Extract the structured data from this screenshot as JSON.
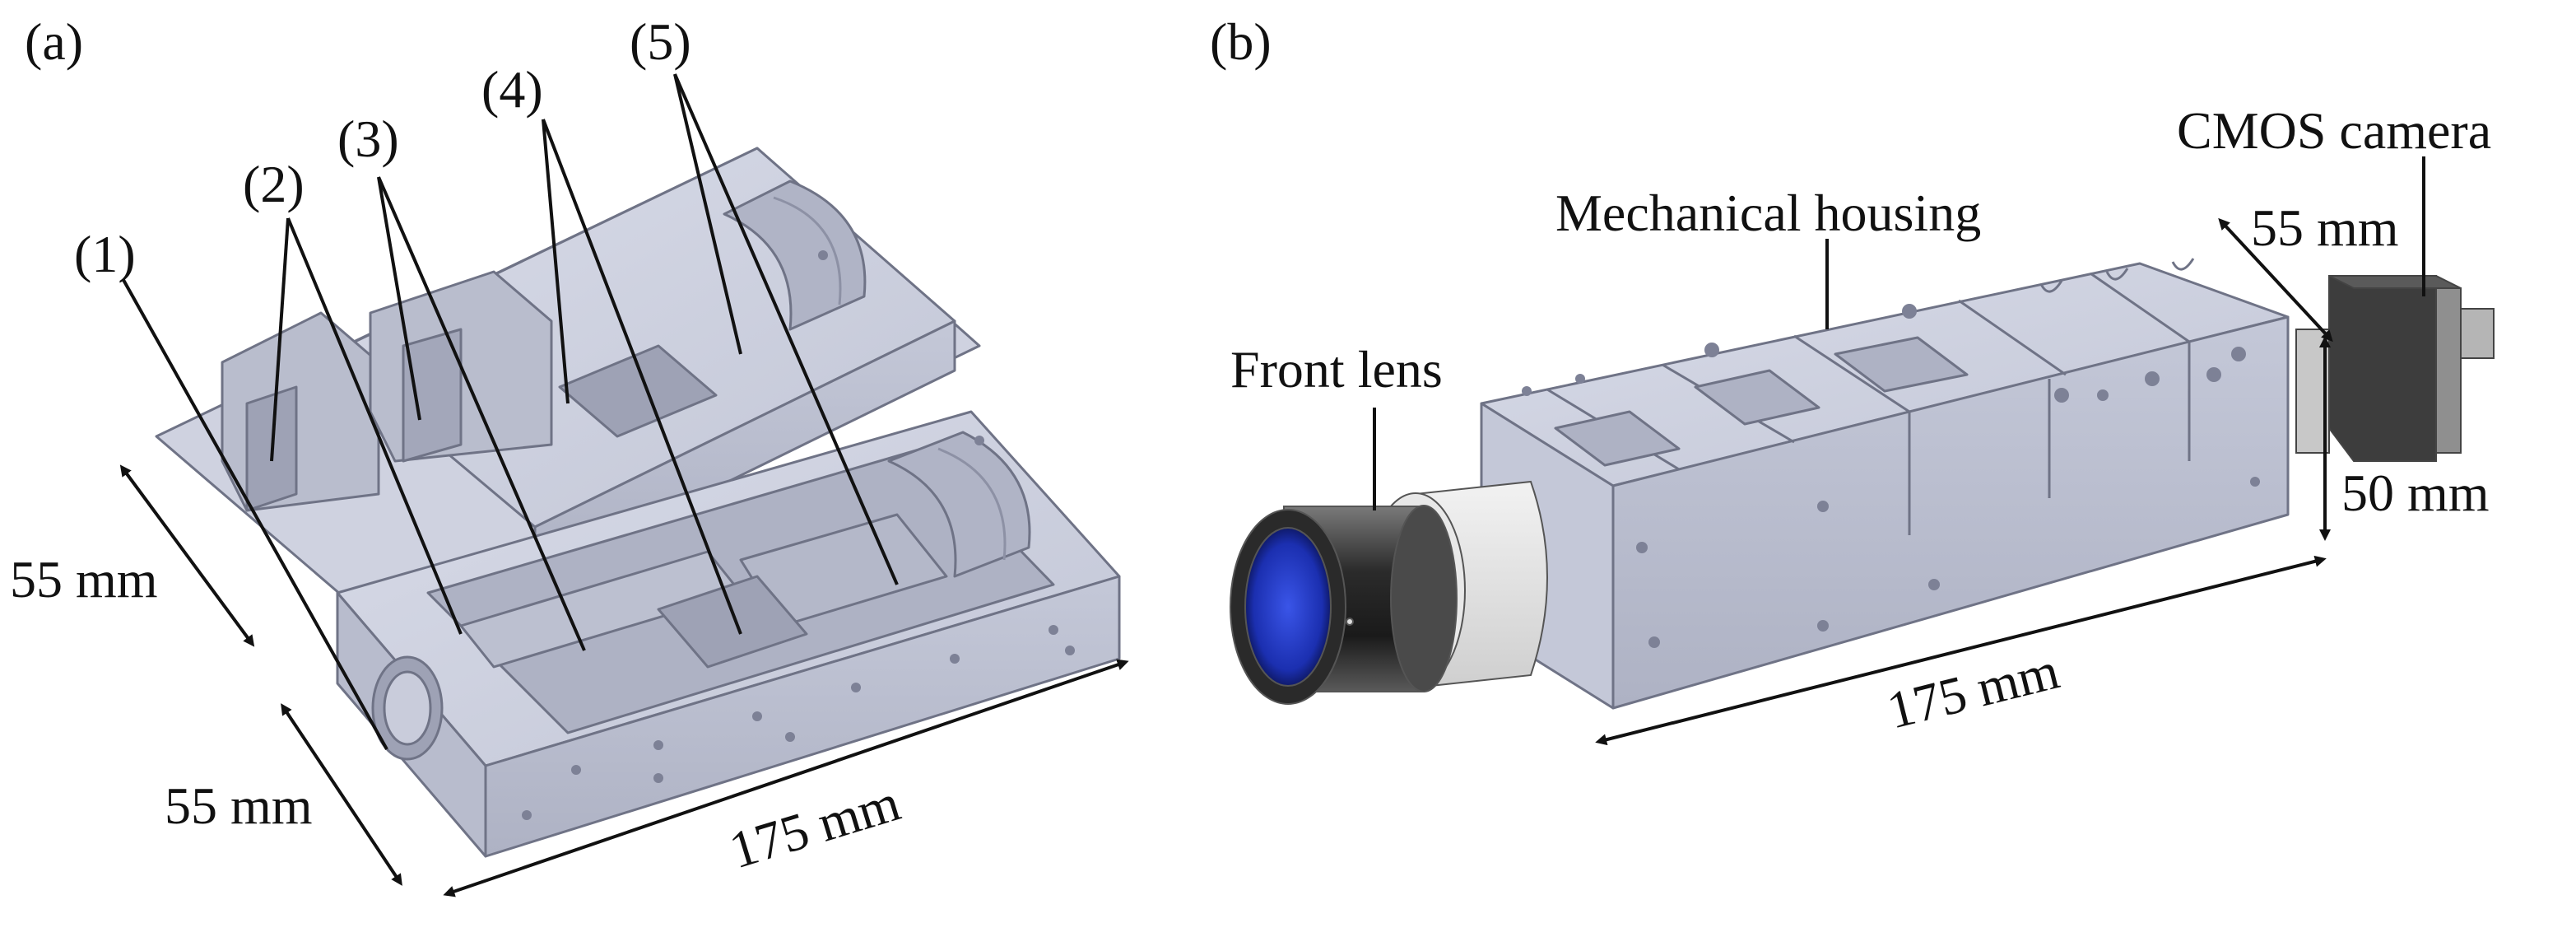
{
  "panel_a": {
    "panel_label": "(a)",
    "callouts": [
      "(1)",
      "(2)",
      "(3)",
      "(4)",
      "(5)"
    ],
    "dimensions": {
      "depth_upper": "55 mm",
      "depth_lower": "55 mm",
      "length": "175 mm"
    }
  },
  "panel_b": {
    "panel_label": "(b)",
    "labels": {
      "front_lens": "Front lens",
      "housing": "Mechanical housing",
      "camera": "CMOS camera"
    },
    "dimensions": {
      "width": "55 mm",
      "height": "50 mm",
      "length": "175 mm"
    }
  },
  "colors": {
    "metal_top": "#c9ccdb",
    "metal_side": "#b3b7c8",
    "metal_dark": "#9ea2b5",
    "lens_blue": "#2438c8",
    "camera_body": "#3d3d3d",
    "outline": "#6f7386"
  }
}
